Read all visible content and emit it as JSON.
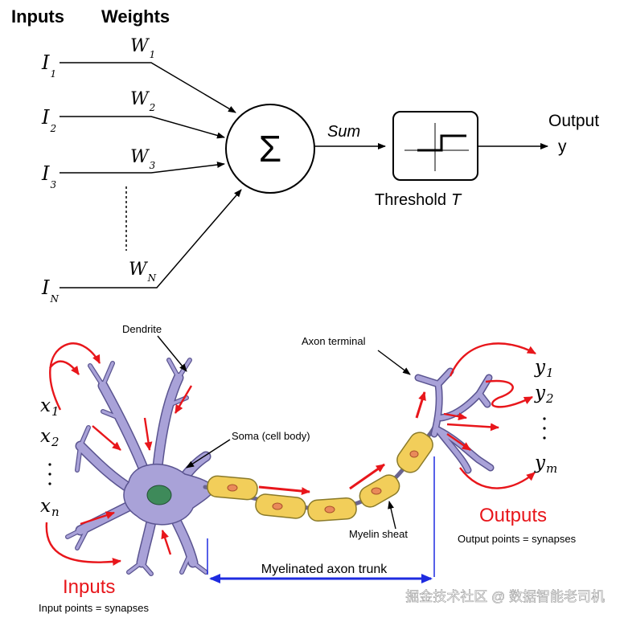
{
  "perceptron": {
    "inputs_heading": "Inputs",
    "weights_heading": "Weights",
    "inputs": [
      {
        "label": "I",
        "sub": "1"
      },
      {
        "label": "I",
        "sub": "2"
      },
      {
        "label": "I",
        "sub": "3"
      },
      {
        "label": "I",
        "sub": "N"
      }
    ],
    "weights": [
      {
        "label": "W",
        "sub": "1"
      },
      {
        "label": "W",
        "sub": "2"
      },
      {
        "label": "W",
        "sub": "3"
      },
      {
        "label": "W",
        "sub": "N"
      }
    ],
    "sum_symbol": "Σ",
    "sum_label": "Sum",
    "threshold_label": "Threshold",
    "threshold_var": "T",
    "output_label": "Output",
    "output_var": "y"
  },
  "neuron": {
    "dendrite_label": "Dendrite",
    "soma_label": "Soma (cell body)",
    "axon_terminal_label": "Axon terminal",
    "myelin_label": "Myelin sheat",
    "trunk_label": "Myelinated axon trunk",
    "inputs_title": "Inputs",
    "inputs_caption": "Input points = synapses",
    "outputs_title": "Outputs",
    "outputs_caption": "Output points = synapses",
    "x_inputs": [
      {
        "label": "x",
        "sub": "1"
      },
      {
        "label": "x",
        "sub": "2"
      },
      {
        "label": "x",
        "sub": "n"
      }
    ],
    "y_outputs": [
      {
        "label": "y",
        "sub": "1"
      },
      {
        "label": "y",
        "sub": "2"
      },
      {
        "label": "y",
        "sub": "m"
      }
    ],
    "colors": {
      "cell_body": "#A9A2D8",
      "cell_outline": "#5A5490",
      "nucleus": "#3E8A5A",
      "myelin": "#F2CE5A",
      "myelin_outline": "#8A7A2A",
      "signal_arrow": "#E8161B",
      "trunk_arrow": "#1E2BE0",
      "outputs_title": "#E8161B"
    }
  },
  "watermark": "掘金技术社区 @ 数据智能老司机"
}
